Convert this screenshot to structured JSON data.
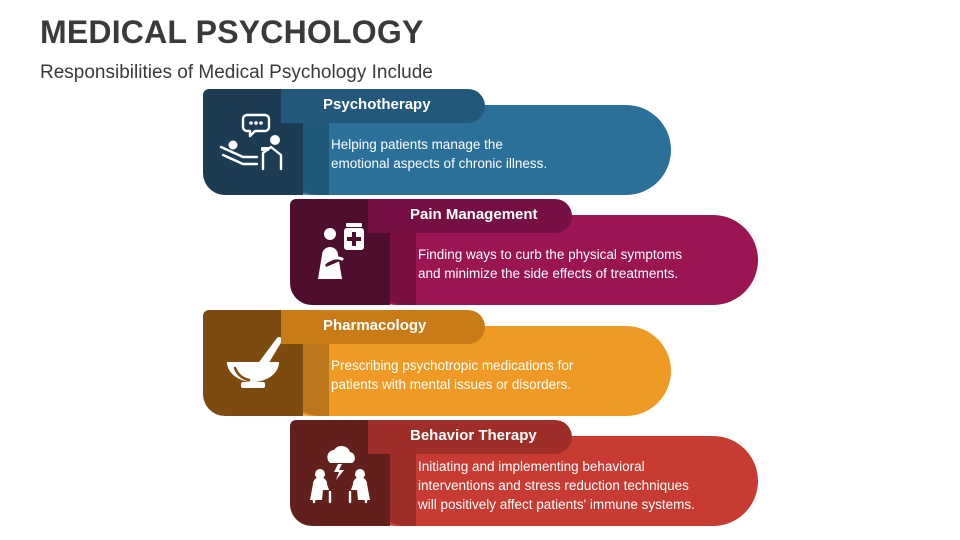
{
  "header": {
    "title": "MEDICAL PSYCHOLOGY",
    "subtitle": "Responsibilities of Medical Psychology Include"
  },
  "items": [
    {
      "title": "Psychotherapy",
      "icon": "therapy-session-icon",
      "lines": [
        "Helping patients manage the",
        "emotional aspects of chronic illness."
      ],
      "colors": {
        "body": "#2a7098",
        "dark": "#1b3c52"
      }
    },
    {
      "title": "Pain Management",
      "icon": "patient-medicine-icon",
      "lines": [
        "Finding ways to curb the physical symptoms",
        "and minimize the side effects of treatments."
      ],
      "colors": {
        "body": "#9b1553",
        "dark": "#4e0f2e"
      }
    },
    {
      "title": "Pharmacology",
      "icon": "mortar-pestle-icon",
      "lines": [
        "Prescribing psychotropic medications for",
        "patients with mental issues or disorders."
      ],
      "colors": {
        "body": "#f09a26",
        "dark": "#7d4a10"
      }
    },
    {
      "title": "Behavior Therapy",
      "icon": "stress-cloud-icon",
      "lines": [
        "Initiating and implementing behavioral",
        "interventions and stress reduction techniques",
        "will positively affect patients' immune systems."
      ],
      "colors": {
        "body": "#c83b32",
        "dark": "#62201c"
      }
    }
  ]
}
